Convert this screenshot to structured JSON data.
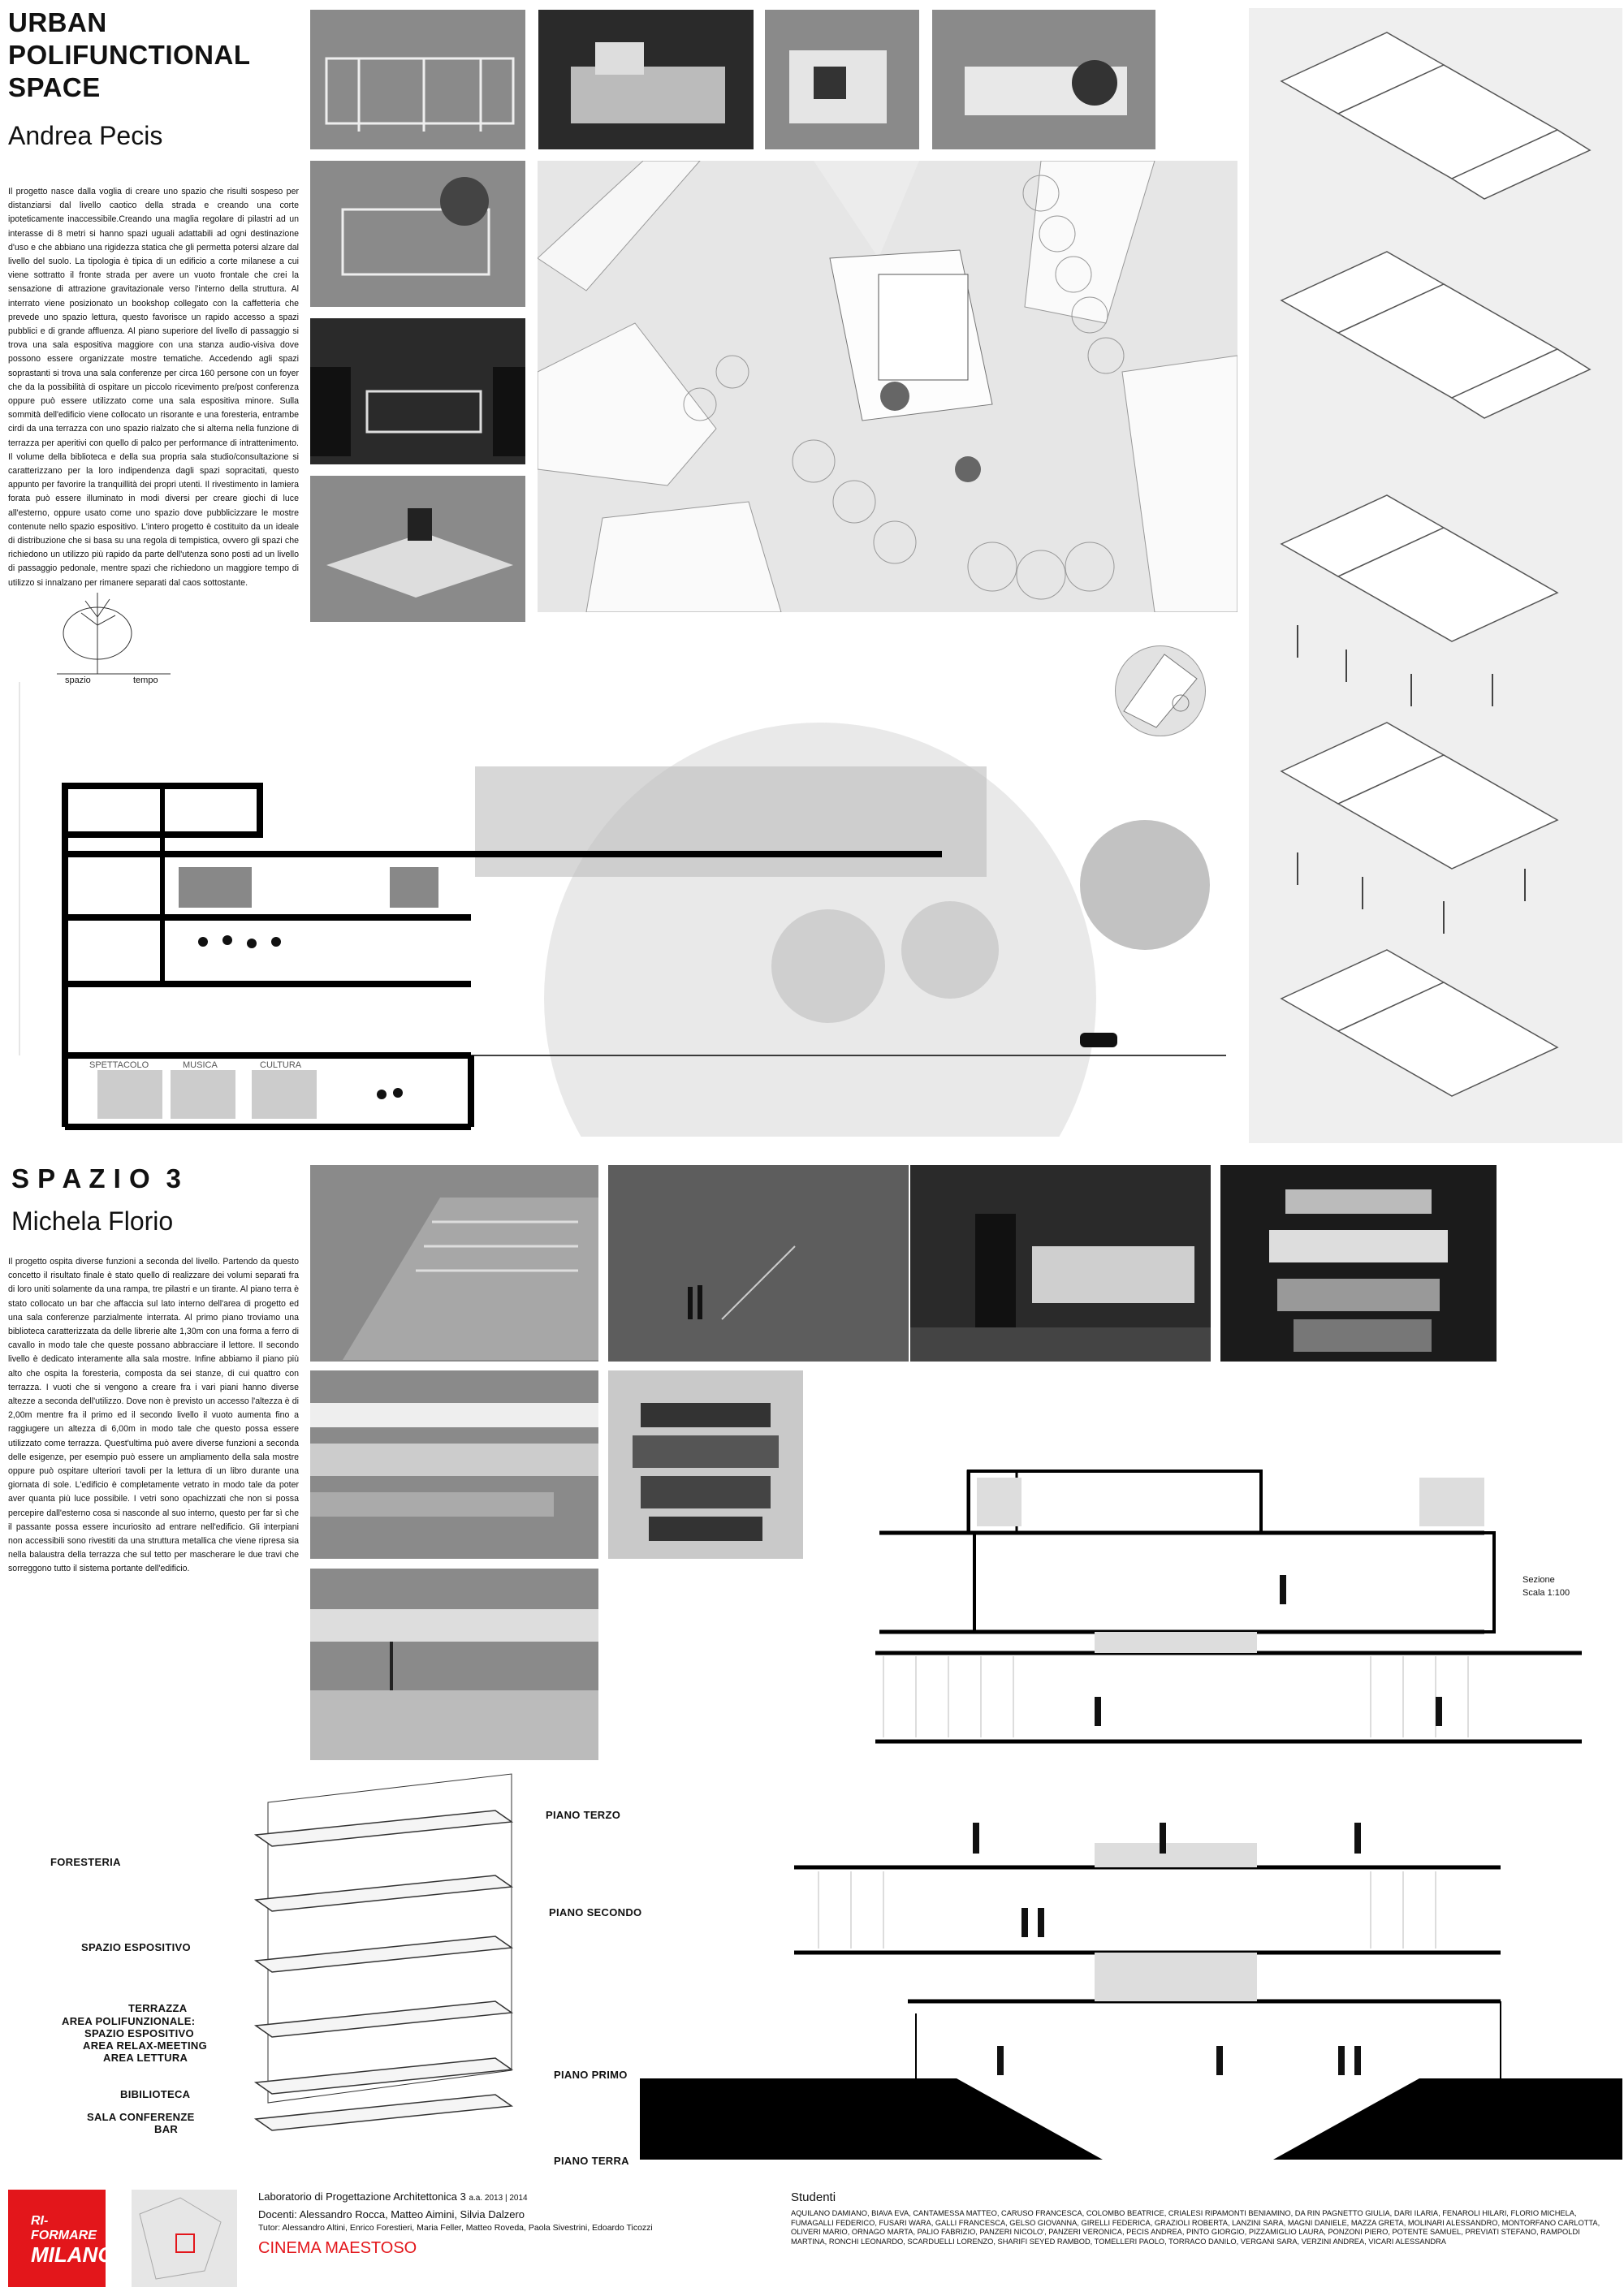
{
  "project1": {
    "title_lines": [
      "URBAN",
      "POLIFUNCTIONAL",
      "SPACE"
    ],
    "author": "Andrea Pecis",
    "description": "Il progetto nasce dalla voglia di creare uno spazio che risulti sospeso per distanziarsi dal livello caotico della strada e creando una corte ipoteticamente inaccessibile.Creando una maglia regolare di pilastri ad un interasse di 8 metri si hanno spazi uguali adattabili ad ogni destinazione d'uso e che abbiano una rigidezza statica che gli permetta potersi alzare dal livello del suolo. La tipologia è tipica di un edificio a corte milanese a cui viene sottratto il fronte strada per avere un vuoto frontale che crei la sensazione di attrazione gravitazionale verso l'interno della struttura. Al interrato viene posizionato un bookshop collegato con la caffetteria che prevede uno spazio lettura, questo favorisce un rapido accesso a spazi pubblici e di grande affluenza. Al piano superiore del livello di passaggio si trova una sala espositiva maggiore con una stanza audio-visiva dove possono essere organizzate mostre tematiche. Accedendo agli spazi soprastanti si trova una sala conferenze per circa 160 persone con un foyer che da la possibilità di ospitare un piccolo ricevimento pre/post conferenza oppure può essere utilizzato come una sala espositiva minore. Sulla sommità dell'edificio viene collocato un risorante e una foresteria, entrambe cirdi da una terrazza con uno spazio rialzato che si alterna nella funzione di terrazza per aperitivi con quello di palco per performance di intrattenimento. Il volume della biblioteca e della sua propria sala studio/consultazione si caratterizzano per la loro indipendenza dagli spazi sopracitati, questo appunto per favorire la tranquillità dei propri utenti. Il rivestimento in lamiera forata può essere illuminato in modi diversi per creare giochi di luce all'esterno, oppure usato come uno spazio dove pubblicizzare le mostre contenute nello spazio espositivo. L'intero progetto è costituito da un ideale di distribuzione che si basa su una regola di tempistica, ovvero gli spazi che richiedono un utilizzo più rapido da parte dell'utenza sono posti ad un livello di passaggio pedonale, mentre spazi che richiedono un maggiore tempo di utilizzo si innalzano per rimanere separati dal caos sottostante.",
    "diagram_labels": {
      "spazio": "spazio",
      "tempo": "tempo"
    },
    "section_labels": [
      "SPETTACOLO",
      "MUSICA",
      "CULTURA"
    ]
  },
  "project2": {
    "title": "S P A Z I O  3",
    "author": "Michela Florio",
    "description": "Il progetto ospita diverse funzioni a seconda del livello. Partendo da questo concetto il risultato finale è stato quello di realizzare dei volumi separati fra di loro uniti solamente da una rampa, tre pilastri e un tirante. Al piano terra è stato collocato un bar che affaccia sul lato interno dell'area di progetto ed una sala conferenze parzialmente interrata. Al primo piano troviamo una biblioteca caratterizzata da delle librerie alte 1,30m con una forma a ferro di cavallo in modo tale che queste possano abbracciare il lettore. Il secondo livello è dedicato interamente alla sala mostre. Infine abbiamo il piano più alto che ospita la foresteria, composta da sei stanze, di cui quattro con terrazza. I vuoti che si vengono a creare fra i vari piani hanno diverse altezze a seconda dell'utilizzo. Dove non è previsto un accesso l'altezza è di 2,00m mentre fra il primo ed il secondo livello il vuoto aumenta fino a raggiugere un altezza di 6,00m in modo tale che questo possa essere utilizzato come terrazza. Quest'ultima può avere diverse funzioni a seconda delle esigenze, per esempio può essere un ampliamento della sala mostre oppure può ospitare ulteriori tavoli per la lettura di un libro durante una giornata di sole. L'edificio è completamente vetrato in modo tale da poter aver quanta più luce possibile. I vetri sono opachizzati che non si possa percepire dall'esterno cosa si nasconde al suo interno, questo per far sì che il passante possa essere incuriosito ad entrare nell'edificio. Gli interpiani non accessibili sono rivestiti da una struttura metallica che viene ripresa sia nella balaustra della terrazza che sul tetto per mascherare le due travi che sorreggono tutto il sistema portante dell'edificio.",
    "section_label": "Sezione",
    "section_scale": "Scala 1:100",
    "axo_left_labels": [
      "FORESTERIA",
      "SPAZIO ESPOSITIVO",
      "TERRAZZA",
      "AREA POLIFUNZIONALE:",
      "SPAZIO ESPOSITIVO",
      "AREA RELAX-MEETING",
      "AREA LETTURA",
      "BIBILIOTECA",
      "SALA CONFERENZE",
      "BAR"
    ],
    "axo_right_labels": [
      "PIANO  TERZO",
      "PIANO SECONDO",
      "PIANO PRIMO",
      "PIANO TERRA"
    ]
  },
  "footer": {
    "logo_lines": [
      "RI-",
      "FORMARE",
      "MILANO"
    ],
    "course": "Laboratorio di Progettazione Architettonica 3",
    "academic_year": "a.a. 2013 | 2014",
    "docenti": "Docenti: Alessandro Rocca, Matteo Aimini, Silvia Dalzero",
    "tutor": "Tutor: Alessandro Altini, Enrico Forestieri, Maria Feller, Matteo Roveda, Paola Sivestrini, Edoardo Ticozzi",
    "site_name": "CINEMA MAESTOSO",
    "students_title": "Studenti",
    "students": "AQUILANO DAMIANO, BIAVA EVA, CANTAMESSA MATTEO, CARUSO FRANCESCA, COLOMBO BEATRICE, CRIALESI RIPAMONTI BENIAMINO, DA RIN PAGNETTO GIULIA, DARI ILARIA, FENAROLI HILARI, FLORIO MICHELA, FUMAGALLI FEDERICO, FUSARI WARA, GALLI FRANCESCA, GELSO GIOVANNA, GIRELLI FEDERICA, GRAZIOLI ROBERTA, LANZINI SARA, MAGNI DANIELE, MAZZA GRETA, MOLINARI ALESSANDRO, MONTORFANO CARLOTTA, OLIVERI MARIO, ORNAGO MARTA, PALIO FABRIZIO, PANZERI NICOLO', PANZERI VERONICA, PECIS ANDREA, PINTO GIORGIO, PIZZAMIGLIO LAURA, PONZONI PIERO, POTENTE SAMUEL, PREVIATI STEFANO, RAMPOLDI MARTINA, RONCHI LEONARDO, SCARDUELLI LORENZO, SHARIFI SEYED RAMBOD, TOMELLERI PAOLO, TORRACO DANILO, VERGANI SARA, VERZINI ANDREA, VICARI ALESSANDRA",
    "logo_color": "#e3161b"
  }
}
